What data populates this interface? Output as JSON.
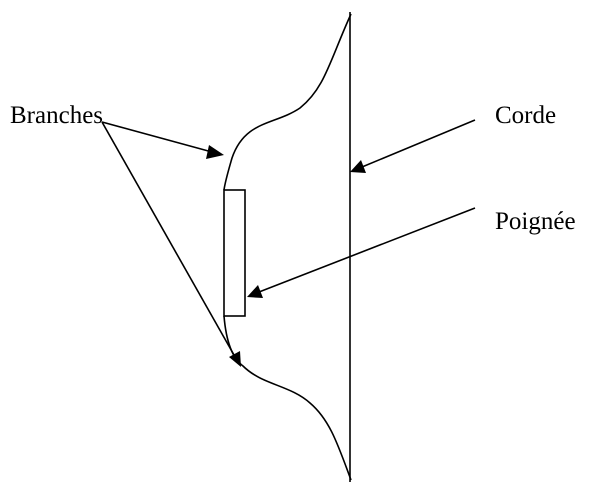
{
  "labels": {
    "branches": "Branches",
    "corde": "Corde",
    "poignee": "Poignée"
  }
}
